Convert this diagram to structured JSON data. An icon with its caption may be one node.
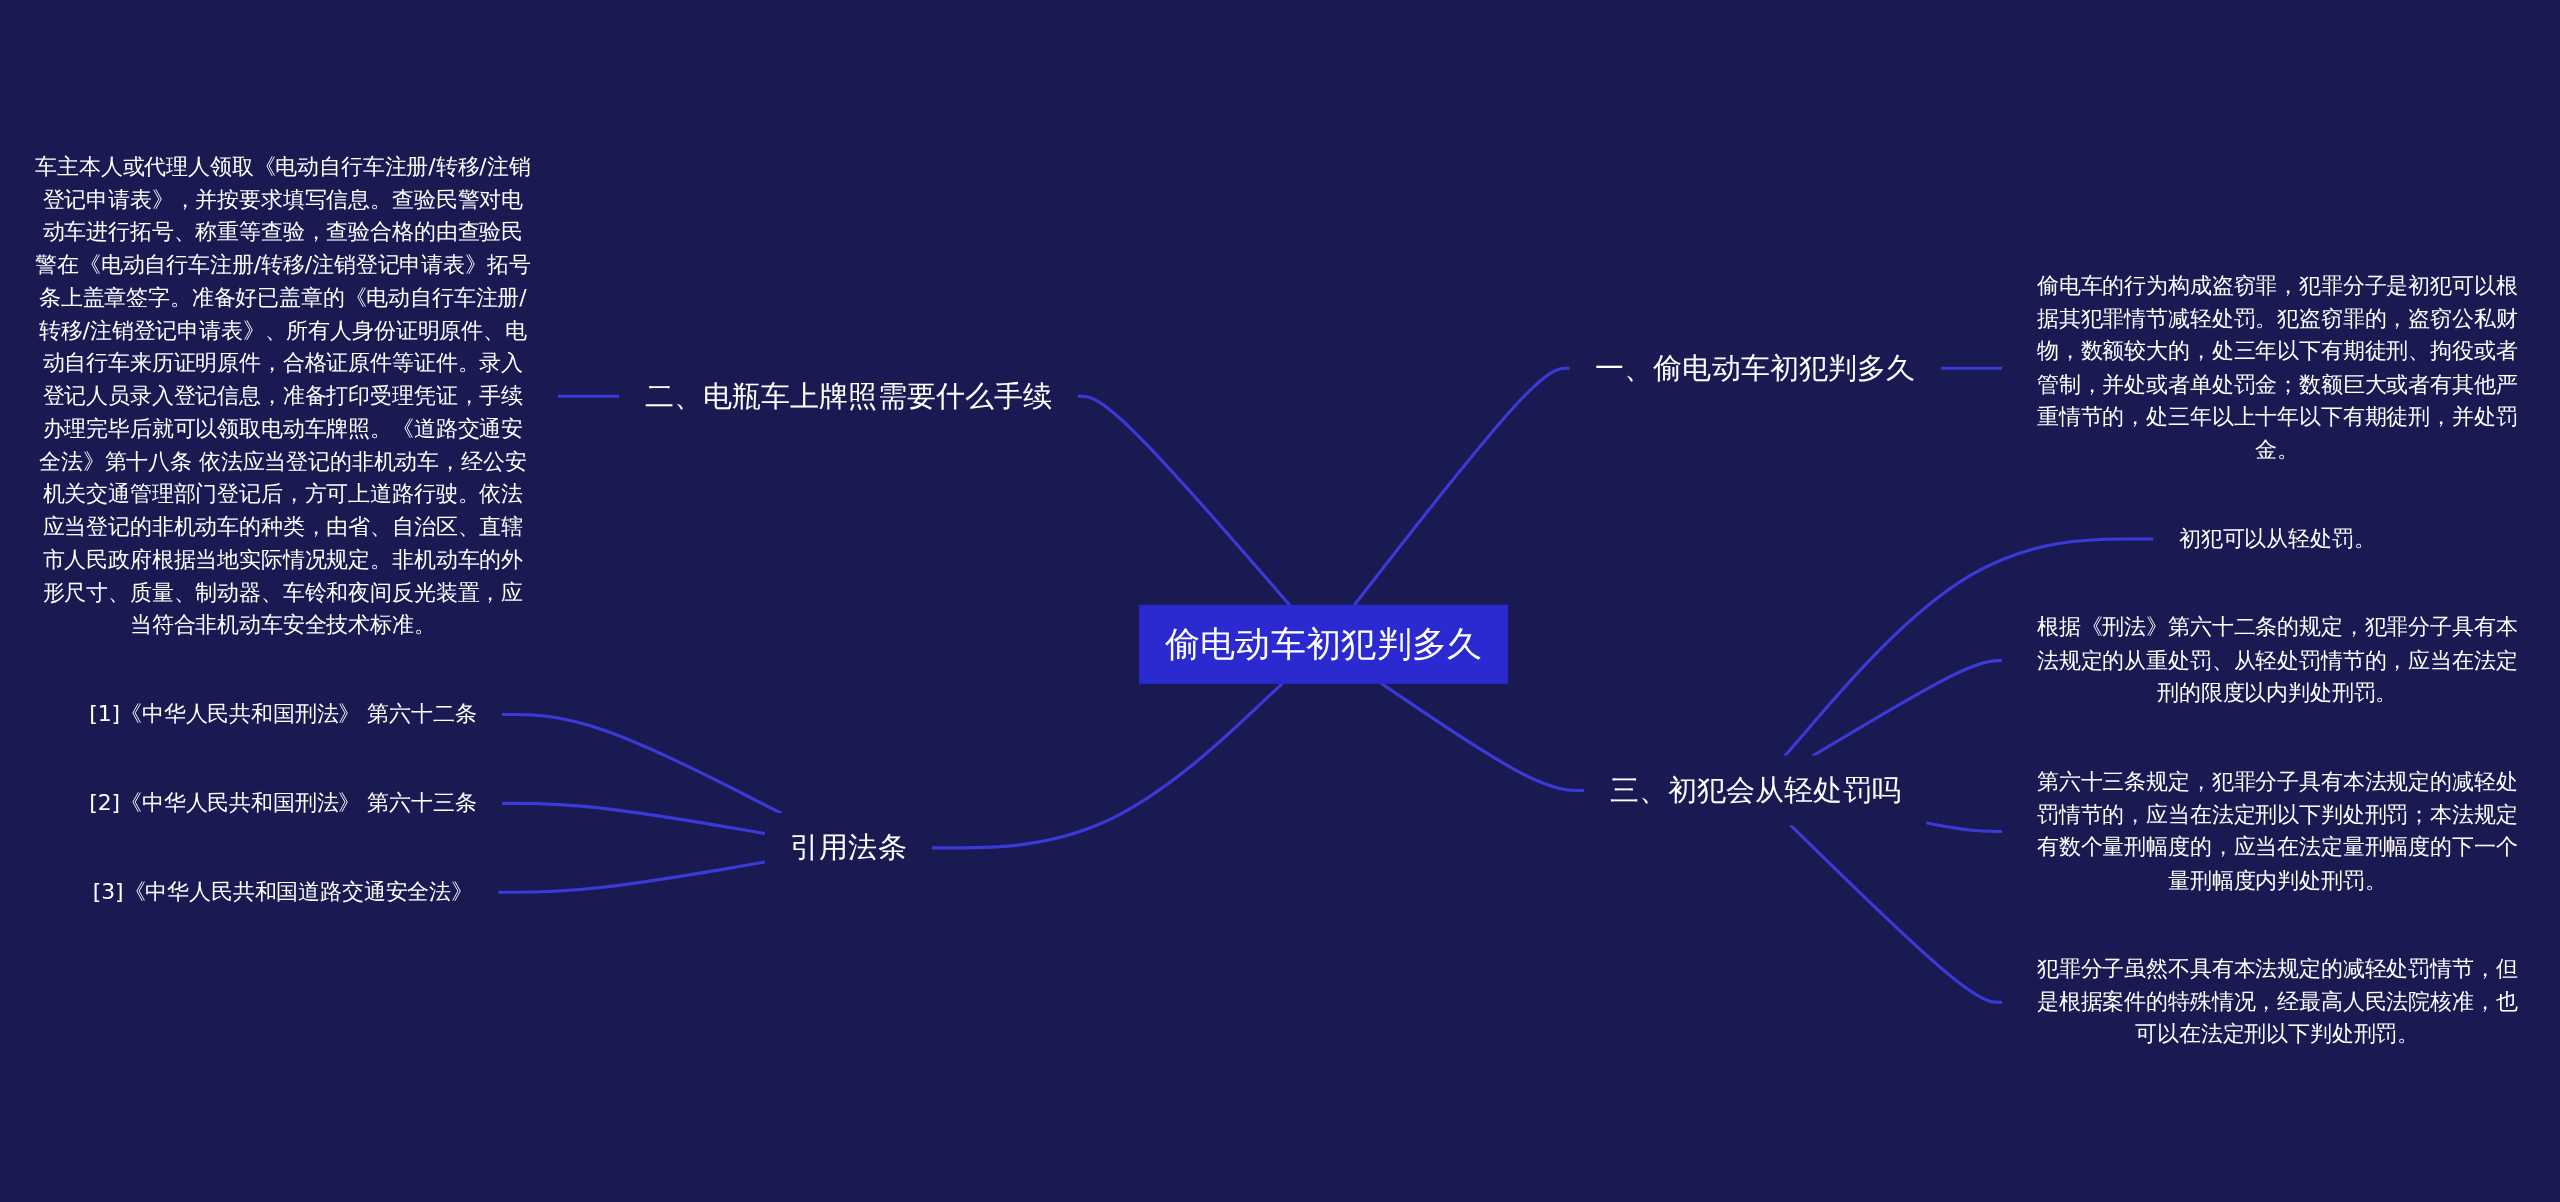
{
  "diagram": {
    "nodes": [
      {
        "text": [
          "偷电动车初犯判多久"
        ]
      },
      {
        "text": [
          "一、偷电动车初犯判多久"
        ]
      },
      {
        "text": [
          "偷电车的行为构成盗窃罪，犯罪分子是初犯可以根据其犯罪情节减轻处罚。犯盗窃罪的，盗窃公私财物，数额较大的，处三年以下有期徒刑、拘役或者管制，并处或者单处罚金；数额巨大或者有其他严重情节的，处三年以上十年以下有期徒刑，并处罚金。"
        ]
      },
      {
        "text": [
          "三、初犯会从轻处罚吗"
        ]
      },
      {
        "text": [
          "初犯可以从轻处罚。"
        ]
      },
      {
        "text": [
          "根据《刑法》第六十二条的规定，犯罪分子具有本法规定的从重处罚、从轻处罚情节的，应当在法定刑的限度以内判处刑罚。"
        ]
      },
      {
        "text": [
          "第六十三条规定，犯罪分子具有本法规定的减轻处罚情节的，应当在法定刑以下判处刑罚；本法规定有数个量刑幅度的，应当在法定量刑幅度的下一个量刑幅度内判处刑罚。"
        ]
      },
      {
        "text": [
          "犯罪分子虽然不具有本法规定的减轻处罚情节，但是根据案件的特殊情况，经最高人民法院核准，也可以在法定刑以下判处刑罚。"
        ]
      },
      {
        "text": [
          "二、电瓶车上牌照需要什么手续"
        ]
      },
      {
        "text": [
          "车主本人或代理人领取《电动自行车注册/转移/注销登记申请表》，并按要求填写信息。查验民警对电动车进行拓号、称重等查验，查验合格的由查验民警在《电动自行车注册/转移/注销登记申请表》拓号条上盖章签字。准备好已盖章的《电动自行车注册/转移/注销登记申请表》、所有人身份证明原件、电动自行车来历证明原件，合格证原件等证件。录入登记人员录入登记信息，准备打印受理凭证，手续办理完毕后就可以领取电动车牌照。《道路交通安全法》第十八条 依法应当登记的非机动车，经公安机关交通管理部门登记后，方可上道路行驶。依法应当登记的非机动车的种类，由省、自治区、直辖市人民政府根据当地实际情况规定。非机动车的外形尺寸、质量、制动器、车铃和夜间反光装置，应当符合非机动车安全技术标准。"
        ]
      },
      {
        "text": [
          "引用法条"
        ]
      },
      {
        "text": [
          "[1]《中华人民共和国刑法》 第六十二条"
        ]
      },
      {
        "text": [
          "[2]《中华人民共和国刑法》 第六十三条"
        ]
      },
      {
        "text": [
          "[3]《中华人民共和国道路交通安全法》"
        ]
      }
    ],
    "edges": [
      {
        "from": 0,
        "to": 1,
        "arrow": "none"
      },
      {
        "from": 1,
        "to": 2,
        "arrow": "none"
      },
      {
        "from": 0,
        "to": 3,
        "arrow": "none"
      },
      {
        "from": 3,
        "to": 4,
        "arrow": "none"
      },
      {
        "from": 3,
        "to": 5,
        "arrow": "none"
      },
      {
        "from": 3,
        "to": 6,
        "arrow": "none"
      },
      {
        "from": 3,
        "to": 7,
        "arrow": "none"
      },
      {
        "from": 8,
        "to": 0,
        "arrow": "none"
      },
      {
        "from": 9,
        "to": 8,
        "arrow": "none"
      },
      {
        "from": 10,
        "to": 0,
        "arrow": "none"
      },
      {
        "from": 11,
        "to": 10,
        "arrow": "none"
      },
      {
        "from": 12,
        "to": 10,
        "arrow": "none"
      },
      {
        "from": 13,
        "to": 10,
        "arrow": "none"
      }
    ]
  }
}
